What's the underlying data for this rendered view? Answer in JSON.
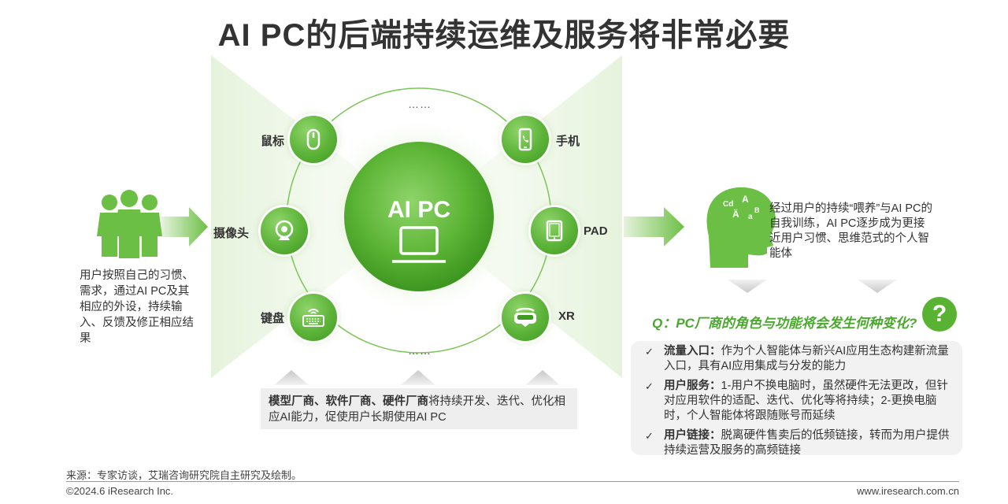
{
  "title": "AI PC的后端持续运维及服务将非常必要",
  "center": {
    "label": "AI PC"
  },
  "devices": {
    "top_dots": "……",
    "bottom_dots": "……",
    "mouse": "鼠标",
    "camera": "摄像头",
    "keyboard": "键盘",
    "phone": "手机",
    "pad": "PAD",
    "xr": "XR"
  },
  "user_text": "用户按照自己的习惯、需求，通过AI PC及其相应的外设，持续输入、反馈及修正相应结果",
  "brain_text": "经过用户的持续“喂养”与AI PC的自我训练，AI PC逐步成为更接近用户习惯、思维范式的个人智能体",
  "brain_icon_text": "Cd A a B Ä",
  "vendor": {
    "bold": "模型厂商、软件厂商、硬件厂商",
    "rest": "将持续开发、迭代、优化相应AI能力，促使用户长期使用AI PC"
  },
  "question": "Q：PC厂商的角色与功能将会发生何种变化?",
  "question_mark": "?",
  "answers": [
    {
      "check": "✓",
      "title": "流量入口：",
      "text": "作为个人智能体与新兴AI应用生态构建新流量入口，具有AI应用集成与分发的能力"
    },
    {
      "check": "✓",
      "title": "用户服务：",
      "text": "1-用户不换电脑时，虽然硬件无法更改，但针对应用软件的适配、迭代、优化等将持续；2-更换电脑时，个人智能体将跟随账号而延续"
    },
    {
      "check": "✓",
      "title": "用户链接：",
      "text": "脱离硬件售卖后的低频链接，转而为用户提供持续运营及服务的高频链接"
    }
  ],
  "footer": {
    "source": "来源：专家访谈，艾瑞咨询研究院自主研究及绘制。",
    "copyright": "©2024.6 iResearch Inc.",
    "website": "www.iresearch.com.cn"
  },
  "colors": {
    "green": "#5ab233",
    "dark_green": "#3f9a22",
    "light_green": "#e9f5e1"
  }
}
